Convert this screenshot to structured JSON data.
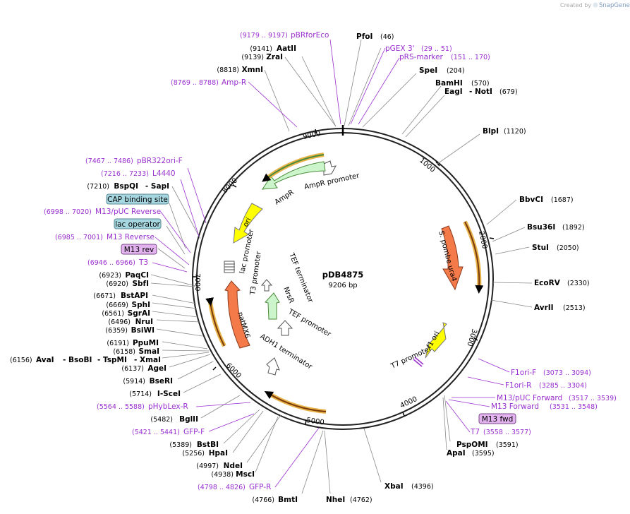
{
  "credit": {
    "prefix": "Created by",
    "brand": "SnapGene"
  },
  "plasmid": {
    "name": "pDB4875",
    "length_label": "9206 bp"
  },
  "ticks": [
    {
      "label": "1000"
    },
    {
      "label": "2000"
    },
    {
      "label": "3000"
    },
    {
      "label": "4000"
    },
    {
      "label": "5000"
    },
    {
      "label": "6000"
    },
    {
      "label": "7000"
    },
    {
      "label": "8000"
    },
    {
      "label": "9000"
    }
  ],
  "features": [
    {
      "id": "ampr-promoter",
      "label": "AmpR promoter",
      "color": "#ffffff"
    },
    {
      "id": "ampr",
      "label": "AmpR",
      "color": "#ccf5cc"
    },
    {
      "id": "ori",
      "label": "ori",
      "color": "#ffff00"
    },
    {
      "id": "lac-promoter",
      "label": "lac promoter",
      "color": "#ffffff"
    },
    {
      "id": "t3-promoter",
      "label": "T3 promoter",
      "color": "#ffffff"
    },
    {
      "id": "tef-terminator",
      "label": "TEF terminator",
      "color": "#ffffff"
    },
    {
      "id": "nrsr",
      "label": "NrsR",
      "color": "#ccf5cc"
    },
    {
      "id": "tef-promoter",
      "label": "TEF promoter",
      "color": "#ffffff"
    },
    {
      "id": "natmx6",
      "label": "natMX6",
      "color": "#f47a4a"
    },
    {
      "id": "adh1-terminator",
      "label": "ADH1 terminator",
      "color": "#ffffff"
    },
    {
      "id": "s-pombe-ura4",
      "label": "S. pombe ura4",
      "color": "#f47a4a"
    },
    {
      "id": "f1-ori",
      "label": "f1 ori",
      "color": "#ffff00"
    },
    {
      "id": "t7-promoter",
      "label": "T7 promoter",
      "color": "#ffffff"
    }
  ],
  "sites_right": [
    {
      "name": "PfoI",
      "pos": "(46)"
    },
    {
      "name": "SpeI",
      "pos": "(204)"
    },
    {
      "name": "BamHI",
      "pos": "(570)"
    },
    {
      "name": "EagI",
      "name2": "- NotI",
      "pos": "(679)"
    },
    {
      "name": "BlpI",
      "pos": "(1120)"
    },
    {
      "name": "BbvCI",
      "pos": "(1687)"
    },
    {
      "name": "Bsu36I",
      "pos": "(1892)"
    },
    {
      "name": "StuI",
      "pos": "(2050)"
    },
    {
      "name": "EcoRV",
      "pos": "(2330)"
    },
    {
      "name": "AvrII",
      "pos": "(2513)"
    },
    {
      "name": "PspOMI",
      "pos": "(3591)"
    },
    {
      "name": "ApaI",
      "pos": "(3595)"
    },
    {
      "name": "XbaI",
      "pos": "(4396)"
    }
  ],
  "sites_left": [
    {
      "name": "AatII",
      "pos": "(9141)"
    },
    {
      "name": "ZraI",
      "pos": "(9139)"
    },
    {
      "name": "XmnI",
      "pos": "(8818)"
    },
    {
      "name": "BspQI",
      "name2": "- SapI",
      "pos": "(7210)"
    },
    {
      "name": "PaqCI",
      "pos": "(6923)"
    },
    {
      "name": "SbfI",
      "pos": "(6920)"
    },
    {
      "name": "BstAPI",
      "pos": "(6671)"
    },
    {
      "name": "SphI",
      "pos": "(6669)"
    },
    {
      "name": "SgrAI",
      "pos": "(6561)"
    },
    {
      "name": "NruI",
      "pos": "(6496)"
    },
    {
      "name": "BsiWI",
      "pos": "(6359)"
    },
    {
      "name": "PpuMI",
      "pos": "(6191)"
    },
    {
      "name": "SmaI",
      "pos": "(6158)"
    },
    {
      "name": "AvaI",
      "name2": "- BsoBI",
      "name3": "- TspMI",
      "name4": "- XmaI",
      "pos": "(6156)"
    },
    {
      "name": "AgeI",
      "pos": "(6137)"
    },
    {
      "name": "BseRI",
      "pos": "(5914)"
    },
    {
      "name": "I-SceI",
      "pos": "(5714)"
    },
    {
      "name": "BglII",
      "pos": "(5482)"
    },
    {
      "name": "BstBI",
      "pos": "(5389)"
    },
    {
      "name": "HpaI",
      "pos": "(5256)"
    },
    {
      "name": "NdeI",
      "pos": "(4997)"
    },
    {
      "name": "MscI",
      "pos": "(4938)"
    },
    {
      "name": "BmtI",
      "pos": "(4766)"
    },
    {
      "name": "NheI",
      "pos": "(4762)"
    }
  ],
  "primers": [
    {
      "name": "pBRforEco",
      "range": "(9179 .. 9197)"
    },
    {
      "name": "pGEX 3'",
      "range": "(29 .. 51)"
    },
    {
      "name": "pRS-marker",
      "range": "(151 .. 170)"
    },
    {
      "name": "Amp-R",
      "range": "(8769 .. 8788)"
    },
    {
      "name": "pBR322ori-F",
      "range": "(7467 .. 7486)"
    },
    {
      "name": "L4440",
      "range": "(7216 .. 7233)"
    },
    {
      "name": "M13/pUC Reverse",
      "range": "(6998 .. 7020)"
    },
    {
      "name": "M13 Reverse",
      "range": "(6985 .. 7001)"
    },
    {
      "name": "T3",
      "range": "(6946 .. 6966)"
    },
    {
      "name": "pHybLex-R",
      "range": "(5564 .. 5588)"
    },
    {
      "name": "GFP-F",
      "range": "(5421 .. 5441)"
    },
    {
      "name": "GFP-R",
      "range": "(4798 .. 4826)"
    },
    {
      "name": "F1ori-F",
      "range": "(3073 .. 3094)"
    },
    {
      "name": "F1ori-R",
      "range": "(3285 .. 3304)"
    },
    {
      "name": "M13/pUC Forward",
      "range": "(3517 .. 3539)"
    },
    {
      "name": "M13 Forward",
      "range": "(3531 .. 3548)"
    },
    {
      "name": "T7",
      "range": "(3558 .. 3577)"
    }
  ],
  "boxed_features": [
    {
      "label": "CAP binding site",
      "color": "#a6d7e0"
    },
    {
      "label": "lac operator",
      "color": "#a6d7e0"
    },
    {
      "label": "M13 rev",
      "color": "#e3b3f0"
    },
    {
      "label": "M13 fwd",
      "color": "#e3b3f0"
    }
  ],
  "colors": {
    "primer": "#9a2fd0",
    "site": "#000000",
    "backbone": "#222222",
    "orf_outline": "#e8b44a"
  }
}
